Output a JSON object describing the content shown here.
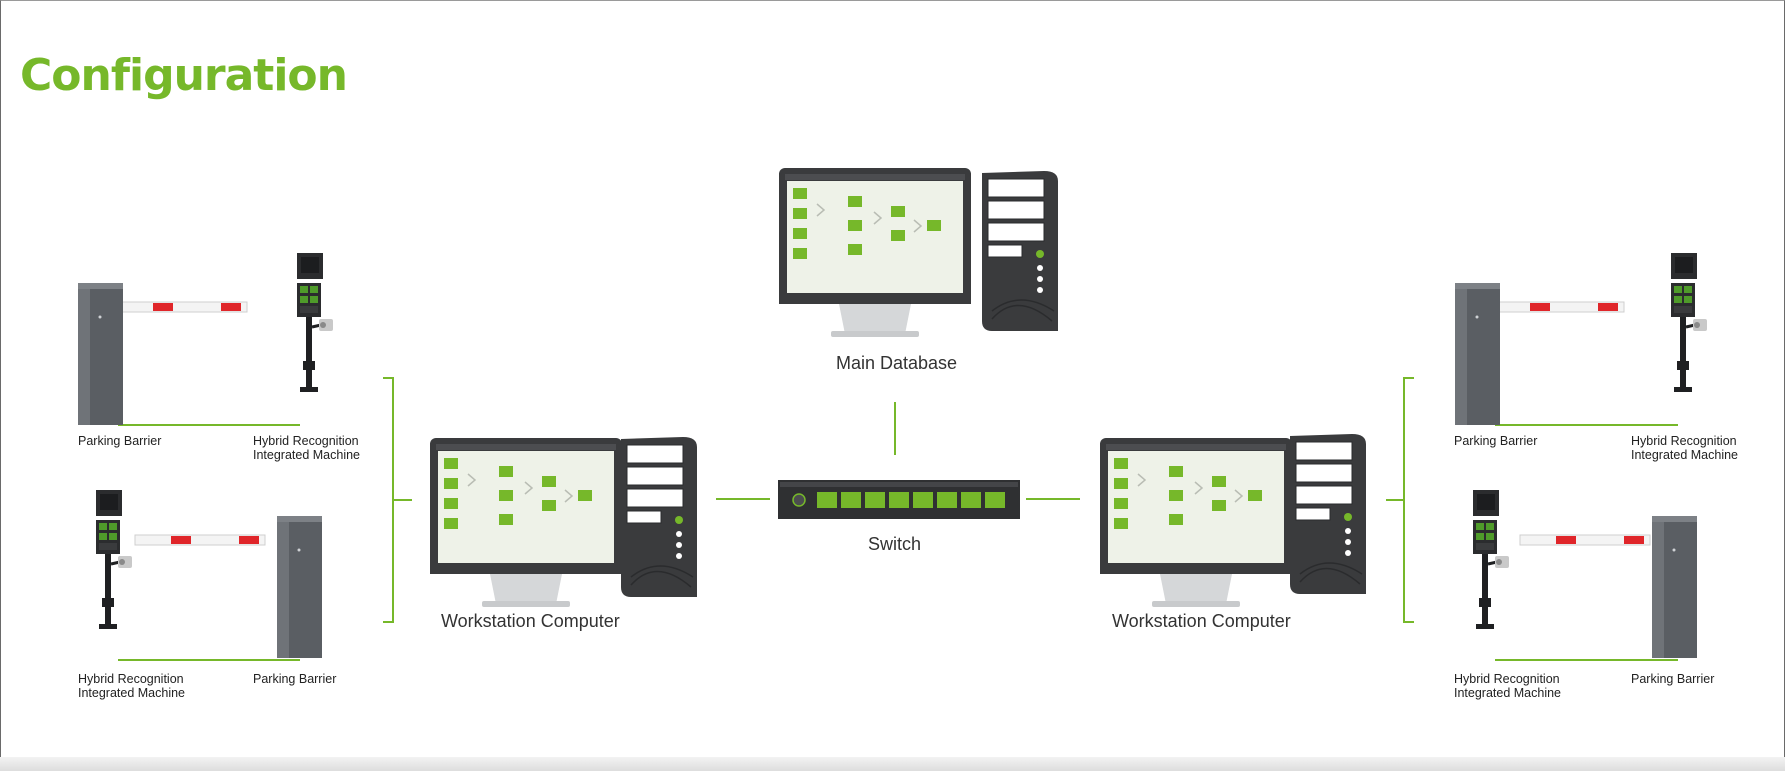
{
  "title": "Configuration",
  "colors": {
    "accent": "#76b82a",
    "device": "#3a3b3d",
    "barrier": "#5a5e63",
    "stripe": "#e0262a"
  },
  "nodes": {
    "main_database": "Main Database",
    "switch": "Switch",
    "workstation_left": "Workstation Computer",
    "workstation_right": "Workstation Computer",
    "left_top_barrier": "Parking Barrier",
    "left_top_machine": "Hybrid Recognition Integrated Machine",
    "left_bottom_machine": "Hybrid Recognition Integrated Machine",
    "left_bottom_barrier": "Parking Barrier",
    "right_top_barrier": "Parking Barrier",
    "right_top_machine": "Hybrid Recognition Integrated Machine",
    "right_bottom_machine": "Hybrid Recognition Integrated Machine",
    "right_bottom_barrier": "Parking Barrier"
  }
}
